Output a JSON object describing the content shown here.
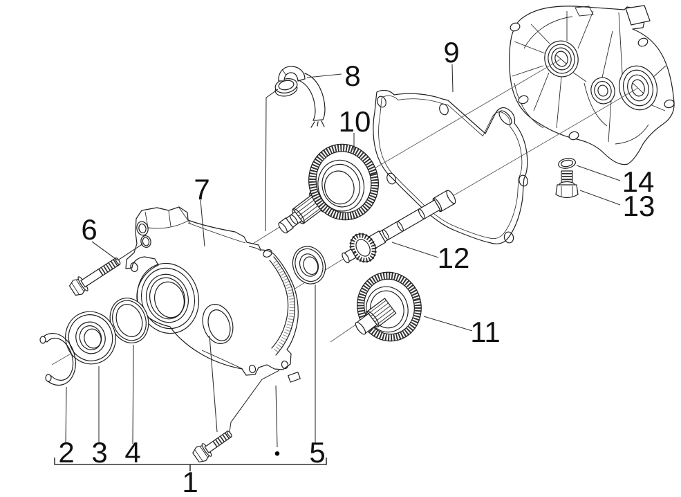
{
  "diagram": {
    "kind": "exploded-parts-diagram",
    "background": "#ffffff",
    "line_color": "#1f1f1f",
    "callout_color": "#111111",
    "callouts": [
      {
        "label": "1"
      },
      {
        "label": "2"
      },
      {
        "label": "3"
      },
      {
        "label": "4"
      },
      {
        "label": "5"
      },
      {
        "label": "6"
      },
      {
        "label": "7"
      },
      {
        "label": "8"
      },
      {
        "label": "9"
      },
      {
        "label": "10"
      },
      {
        "label": "11"
      },
      {
        "label": "12"
      },
      {
        "label": "13"
      },
      {
        "label": "14"
      }
    ],
    "markers": {
      "assembly_dot": "•"
    }
  }
}
